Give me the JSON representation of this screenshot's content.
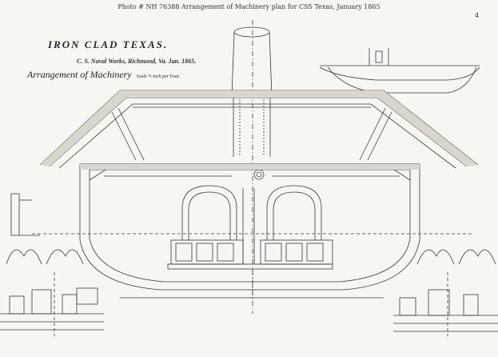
{
  "caption": "Photo # NH 76388 Arrangement of Machinery plan for CSS Texas, January 1865",
  "corner_mark": "4",
  "drawing": {
    "title": "IRON CLAD TEXAS.",
    "works": "C. S. Naval Works, Richmond, Va. Jan. 1865.",
    "subtitle": "Arrangement of Machinery",
    "scale": "Scale ½ inch per Foot."
  },
  "colors": {
    "ink": "#3a3a3a",
    "paper": "#f7f6f3",
    "fill": "#e6e4de"
  }
}
